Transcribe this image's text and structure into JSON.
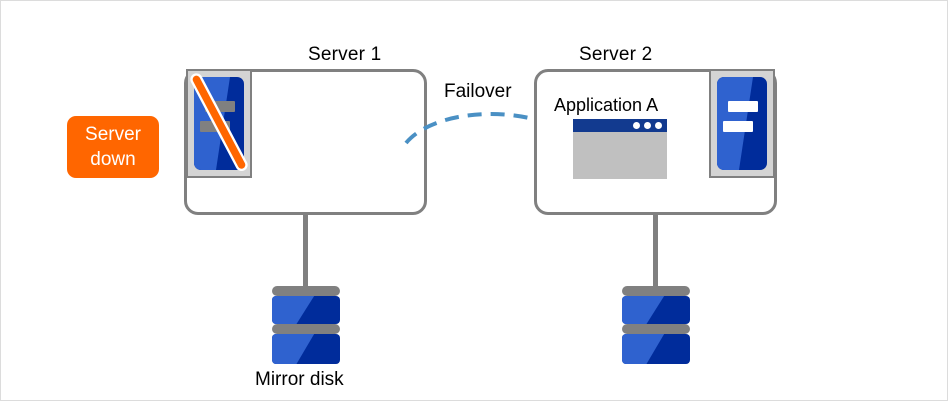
{
  "diagram": {
    "type": "failover-cluster-diagram",
    "accent_colors": {
      "server_down_badge": "#ff6600",
      "box_border": "#808080",
      "arrow": "#4a90c4",
      "disk_dark_blue": "#002c9b",
      "disk_light_blue": "#2f62cf",
      "app_title_bar": "#123a8f"
    },
    "nodes": {
      "server1": {
        "title": "Server 1",
        "state_label": "Server down",
        "icon": "server-rack-disabled-icon"
      },
      "server2": {
        "title": "Server 2",
        "application_label": "Application A",
        "icon": "server-rack-icon"
      }
    },
    "transition": {
      "label": "Failover",
      "direction": "server1-to-server2"
    },
    "storage": {
      "label": "Mirror disk",
      "count": 2
    }
  }
}
